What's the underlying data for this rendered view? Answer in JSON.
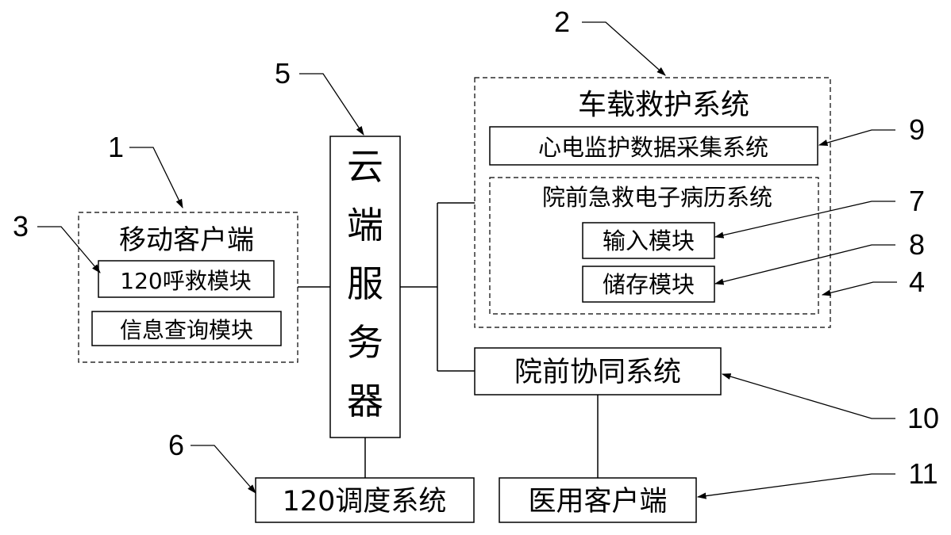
{
  "diagram": {
    "mobile_client": {
      "title": "移动客户端",
      "module_sos": "120呼救模块",
      "module_query": "信息查询模块"
    },
    "cloud_server": {
      "chars": [
        "云",
        "端",
        "服",
        "务",
        "器"
      ]
    },
    "ambulance_system": {
      "title": "车载救护系统",
      "ecg": "心电监护数据采集系统",
      "emr": {
        "title": "院前急救电子病历系统",
        "input": "输入模块",
        "storage": "储存模块"
      }
    },
    "prehospital_coop": "院前协同系统",
    "dispatch": "120调度系统",
    "medical_client": "医用客户端",
    "callouts": [
      "1",
      "2",
      "3",
      "4",
      "5",
      "6",
      "7",
      "8",
      "9",
      "10",
      "11"
    ]
  }
}
